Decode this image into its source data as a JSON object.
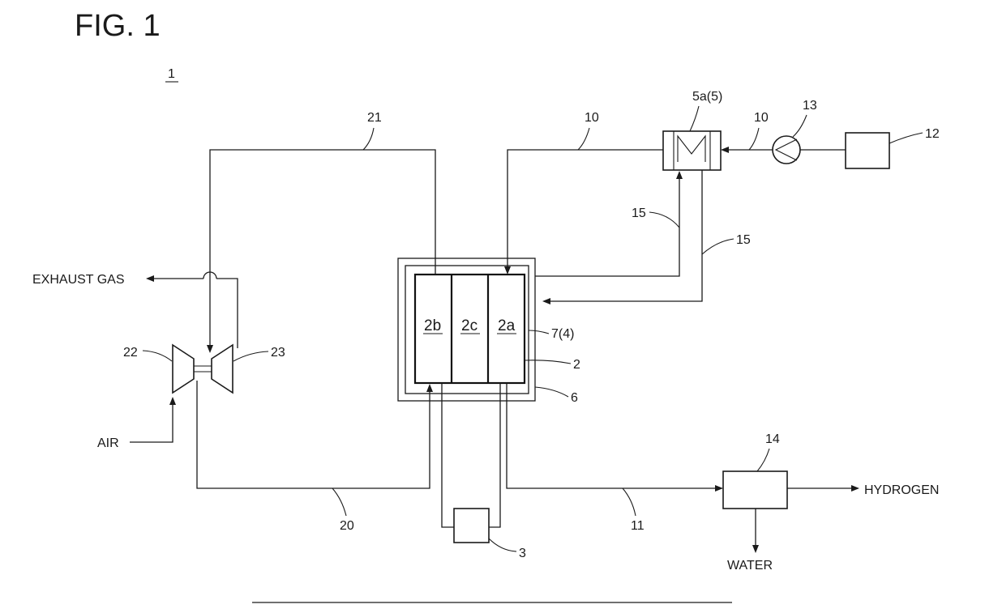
{
  "figure": {
    "title": "FIG. 1",
    "ref_system": "1",
    "labels": {
      "exhaust_gas": "EXHAUST GAS",
      "air": "AIR",
      "hydrogen": "HYDROGEN",
      "water": "WATER"
    },
    "refs": {
      "r21": "21",
      "r10a": "10",
      "r10b": "10",
      "r13": "13",
      "r12": "12",
      "r5a": "5a(5)",
      "r15a": "15",
      "r15b": "15",
      "r7": "7(4)",
      "r2": "2",
      "r6": "6",
      "r22": "22",
      "r23": "23",
      "r14": "14",
      "r20": "20",
      "r11": "11",
      "r3": "3"
    },
    "cells": {
      "c2b": "2b",
      "c2c": "2c",
      "c2a": "2a"
    }
  }
}
